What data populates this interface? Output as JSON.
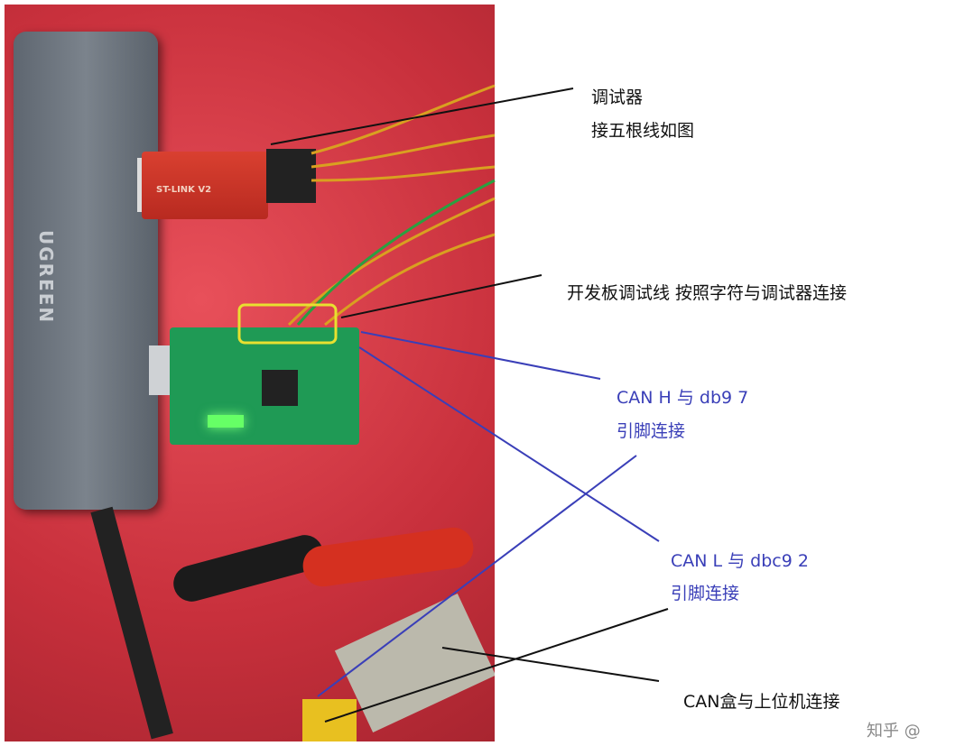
{
  "photo": {
    "hub_logo": "UGREEN",
    "stlink_label": "ST-LINK V2"
  },
  "annotations": {
    "debugger_title": "调试器",
    "debugger_desc": "接五根线如图",
    "board_debug": "开发板调试线 按照字符与调试器连接",
    "can_h_line1": "CAN H 与 db9 7",
    "can_h_line2": "引脚连接",
    "can_l_line1": "CAN L 与 dbc9 2",
    "can_l_line2": "引脚连接",
    "can_box": "CAN盒与上位机连接"
  },
  "watermark": "知乎 @",
  "colors": {
    "annotation_blue": "#3a3fb8",
    "annotation_black": "#111111",
    "highlight": "#e8e030"
  }
}
